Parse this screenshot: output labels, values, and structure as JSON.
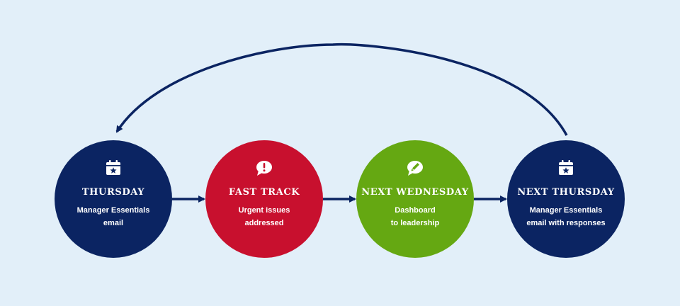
{
  "colors": {
    "background": "#e2eff9",
    "navy": "#0b2462",
    "red": "#c8102e",
    "green": "#65a812",
    "text": "#ffffff"
  },
  "steps": [
    {
      "title": "THURSDAY",
      "description": "Manager Essentials\nemail",
      "color": "#0b2462",
      "icon": "calendar-star-icon"
    },
    {
      "title": "FAST TRACK",
      "description": "Urgent issues\naddressed",
      "color": "#c8102e",
      "icon": "alert-speech-bubble-icon"
    },
    {
      "title": "NEXT WEDNESDAY",
      "description": "Dashboard\nto leadership",
      "color": "#65a812",
      "icon": "pencil-speech-bubble-icon"
    },
    {
      "title": "NEXT THURSDAY",
      "description": "Manager Essentials\nemail with responses",
      "color": "#0b2462",
      "icon": "calendar-star-icon"
    }
  ]
}
